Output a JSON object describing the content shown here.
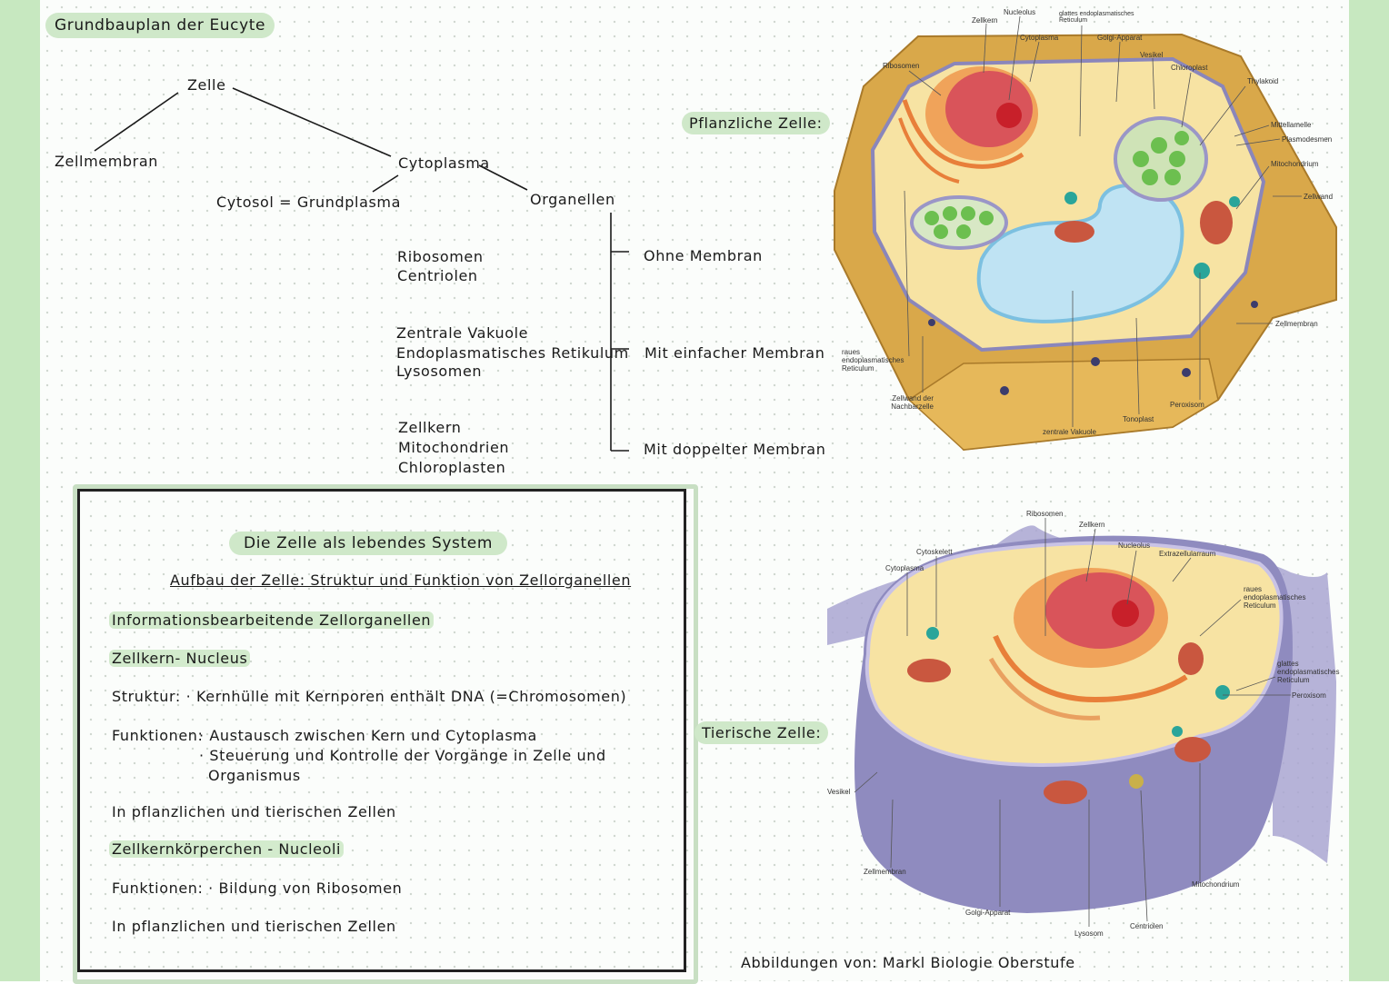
{
  "title": "Grundbauplan der Eucyte",
  "tree": {
    "zelle": "Zelle",
    "zellmembran": "Zellmembran",
    "cytoplasma": "Cytoplasma",
    "cytosol": "Cytosol = Grundplasma",
    "organellen": "Organellen",
    "group1": [
      "Ribosomen",
      "Centriolen"
    ],
    "group2": [
      "Zentrale Vakuole",
      "Endoplasmatisches Retikulum",
      "Lysosomen"
    ],
    "group3": [
      "Zellkern",
      "Mitochondrien",
      "Chloroplasten"
    ],
    "ohne": "Ohne Membran",
    "einfach": "Mit einfacher Membran",
    "doppelt": "Mit doppelter Membran"
  },
  "box": {
    "heading": "Die Zelle als lebendes System",
    "subtitle": "Aufbau der Zelle: Struktur und Funktion von Zellorganellen",
    "section1": "Informationsbearbeitende Zellorganellen",
    "kern_heading": "Zellkern- Nucleus",
    "struktur": "Struktur: · Kernhülle mit Kernporen enthält DNA (=Chromosomen)",
    "funktionen_label": "Funktionen:",
    "funktion1": "· Austausch zwischen Kern und Cytoplasma",
    "funktion2": "· Steuerung und Kontrolle der Vorgänge in Zelle und",
    "funktion2b": "Organismus",
    "vorkommen1": "In pflanzlichen und tierischen Zellen",
    "nucleoli_heading": "Zellkernkörperchen - Nucleoli",
    "funktion_nucleoli": "Funktionen: · Bildung von Ribosomen",
    "vorkommen2": "In pflanzlichen und tierischen Zellen"
  },
  "plant": {
    "label": "Pflanzliche Zelle:",
    "labels": {
      "zellkern": "Zellkern",
      "nucleolus": "Nucleolus",
      "glattes_er": "glattes endoplasmatisches Reticulum",
      "cytoplasma": "Cytoplasma",
      "golgi": "Golgi-Apparat",
      "vesikel": "Vesikel",
      "chloroplast": "Chloroplast",
      "thylakoid": "Thylakoid",
      "ribosomen": "Ribosomen",
      "mittellamelle": "Mittellamelle",
      "plasmodesmen": "Plasmodesmen",
      "mitochondrium": "Mitochondrium",
      "zellwand": "Zellwand",
      "zellmembran": "Zellmembran",
      "raues_er": "raues endoplasmatisches Reticulum",
      "zellwand_nachbar": "Zellwand der Nachbarzelle",
      "zentrale_vakuole": "zentrale Vakuole",
      "tonoplast": "Tonoplast",
      "peroxisom": "Peroxisom"
    }
  },
  "animal": {
    "label": "Tierische Zelle:",
    "labels": {
      "ribosomen": "Ribosomen",
      "zellkern": "Zellkern",
      "nucleolus": "Nucleolus",
      "cytoskelett": "Cytoskelett",
      "extrazellularraum": "Extrazellularraum",
      "cytoplasma": "Cytoplasma",
      "raues_er": "raues endoplasmatisches Reticulum",
      "glattes_er": "glattes endoplasmatisches Reticulum",
      "peroxisom": "Peroxisom",
      "vesikel": "Vesikel",
      "zellmembran": "Zellmembran",
      "mitochondrium": "Mitochondrium",
      "golgi": "Golgi-Apparat",
      "centriolen": "Centriolen",
      "lysosom": "Lysosom"
    }
  },
  "source": "Abbildungen von: Markl Biologie Oberstufe",
  "colors": {
    "highlight": "#cfe8c9",
    "side_strip": "#c7e8c0",
    "cell_wall": "#d9a84a",
    "cytoplasm": "#f7e3a3",
    "nucleus": "#d9545a",
    "vacuole": "#bfe3f3",
    "chloroplast": "#6cbf4f",
    "animal_membrane": "#8f8bbf"
  }
}
